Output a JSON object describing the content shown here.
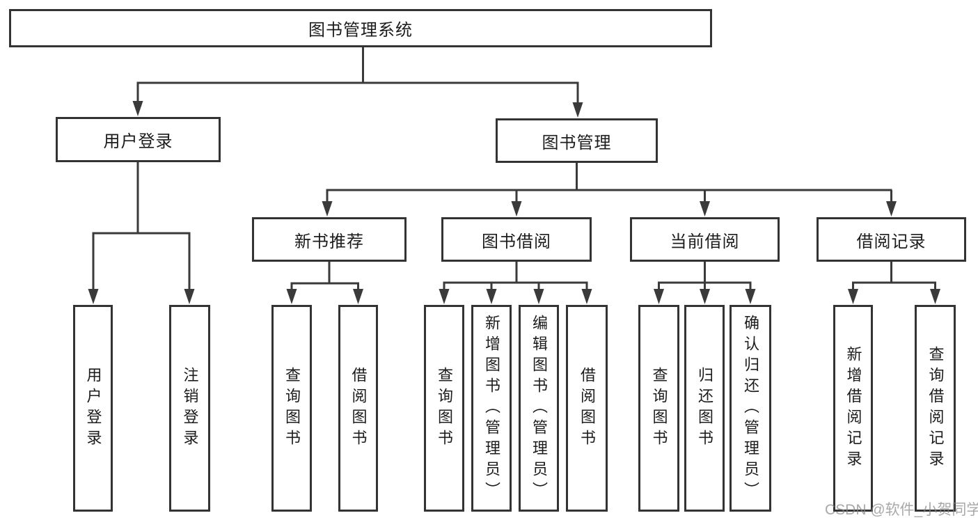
{
  "diagram": {
    "title": "图书管理系统",
    "nodes": {
      "user_login": "用户登录",
      "book_mgmt": "图书管理",
      "new_books": "新书推荐",
      "book_borrow": "图书借阅",
      "current_borrow": "当前借阅",
      "borrow_records": "借阅记录"
    },
    "leaves": {
      "user_login": "用户登录",
      "logout": "注销登录",
      "nb_query": "查询图书",
      "nb_borrow": "借阅图书",
      "bb_query": "查询图书",
      "bb_add": "新增图书（管理员）",
      "bb_edit": "编辑图书（管理员）",
      "bb_borrow": "借阅图书",
      "cb_query": "查询图书",
      "cb_return": "归还图书",
      "cb_confirm": "确认归还（管理员）",
      "br_add": "新增借阅记录",
      "br_query": "查询借阅记录"
    },
    "hierarchy": {
      "图书管理系统": [
        "用户登录",
        "图书管理"
      ],
      "用户登录": [
        "用户登录",
        "注销登录"
      ],
      "图书管理": [
        "新书推荐",
        "图书借阅",
        "当前借阅",
        "借阅记录"
      ],
      "新书推荐": [
        "查询图书",
        "借阅图书"
      ],
      "图书借阅": [
        "查询图书",
        "新增图书（管理员）",
        "编辑图书（管理员）",
        "借阅图书"
      ],
      "当前借阅": [
        "查询图书",
        "归还图书",
        "确认归还（管理员）"
      ],
      "借阅记录": [
        "新增借阅记录",
        "查询借阅记录"
      ]
    },
    "watermark": "CSDN @软件_小贺同学",
    "colors": {
      "line": "#3a3a3a",
      "border": "#333333",
      "text": "#1c1c1c",
      "background": "#ffffff",
      "watermark": "#9b9b9b"
    }
  }
}
